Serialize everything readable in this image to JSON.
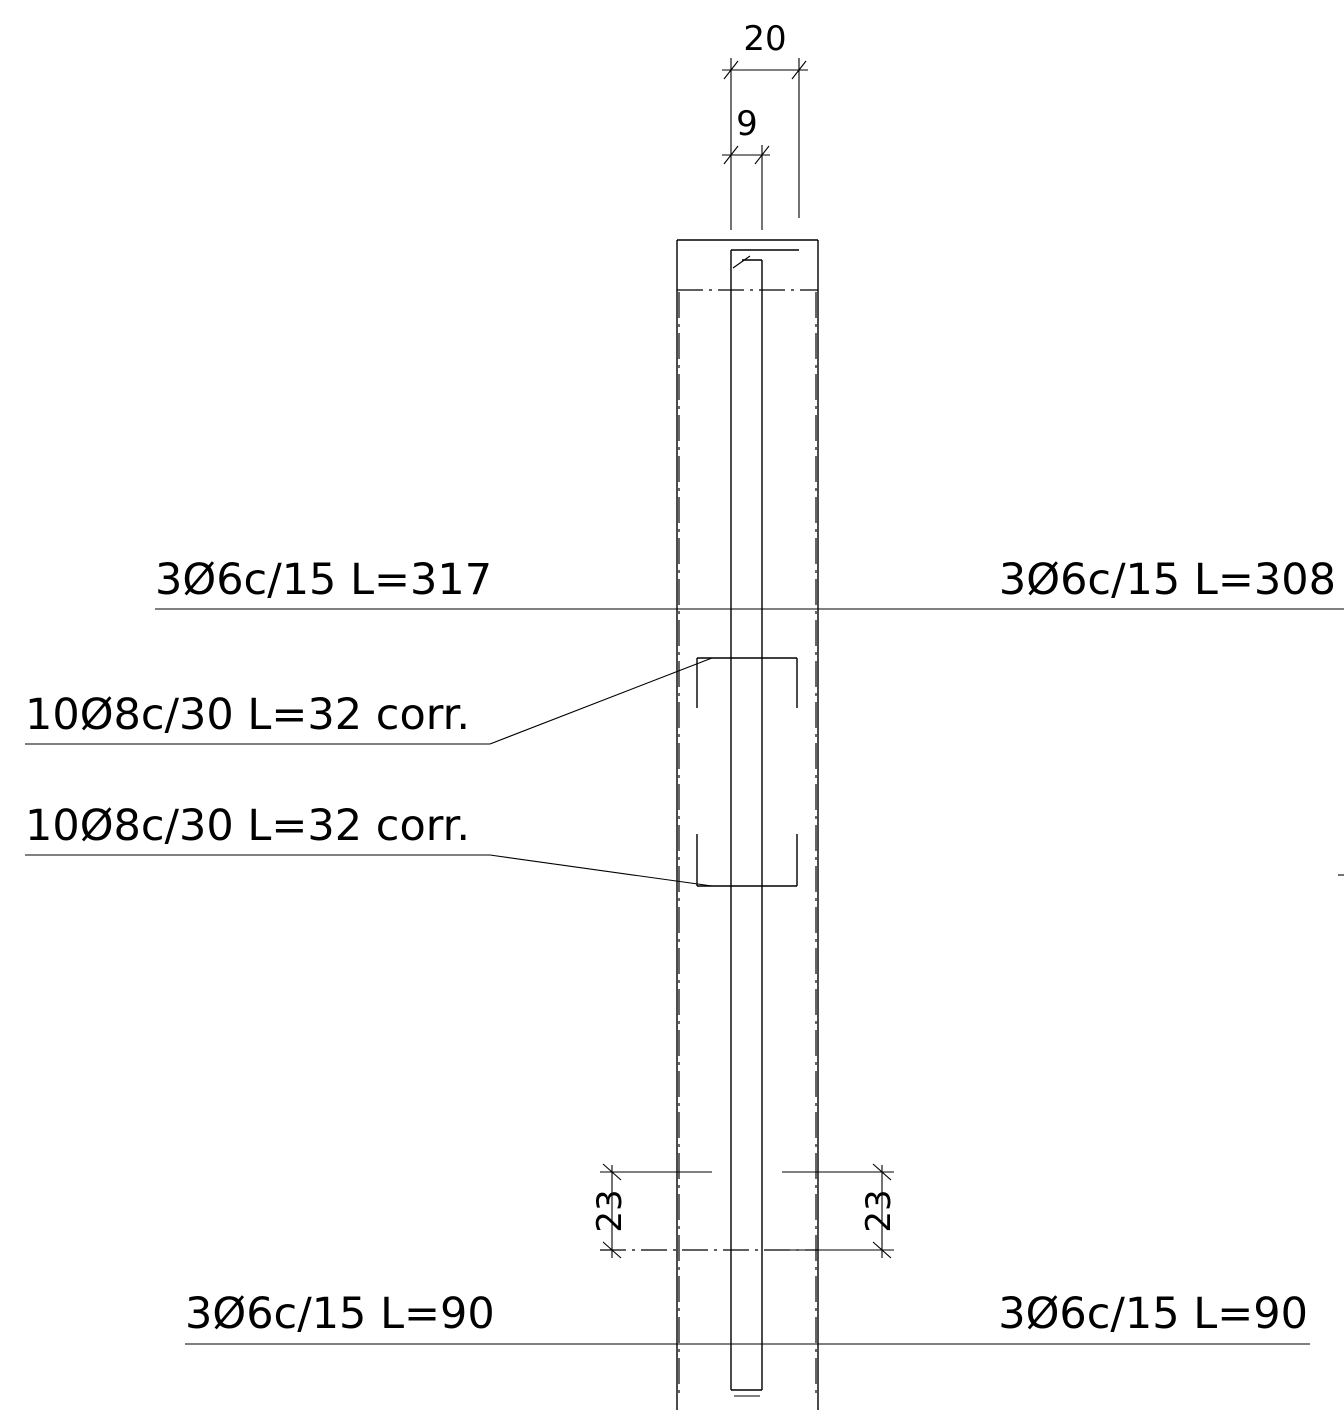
{
  "dimensions": {
    "top_width": "20",
    "top_offset": "9",
    "left_vertical": "23",
    "right_vertical": "23"
  },
  "labels": {
    "top_left": "3Ø6c/15 L=317",
    "top_right": "3Ø6c/15 L=308",
    "mid_upper": "10Ø8c/30 L=32 corr.",
    "mid_lower": "10Ø8c/30 L=32 corr.",
    "bottom_left": "3Ø6c/15 L=90",
    "bottom_right": "3Ø6c/15 L=90"
  }
}
